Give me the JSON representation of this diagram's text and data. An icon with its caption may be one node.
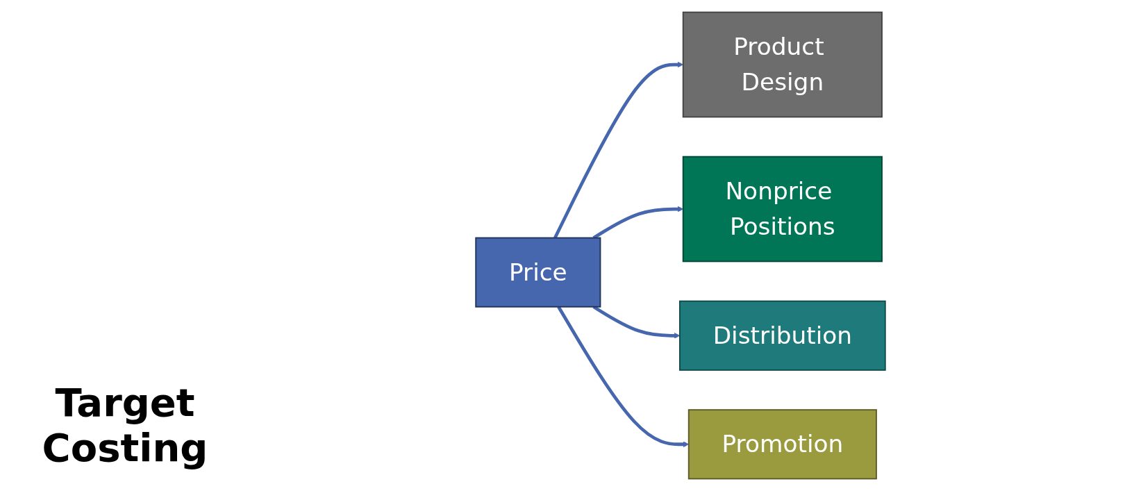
{
  "diagram": {
    "nodes": [
      {
        "text": [
          "Product Design"
        ]
      },
      {
        "text": [
          "Nonprice Positions"
        ]
      },
      {
        "text": [
          "Price"
        ]
      },
      {
        "text": [
          "Distribution"
        ]
      },
      {
        "text": [
          "Promotion"
        ]
      }
    ],
    "edges": [
      {
        "from": 2,
        "to": 0,
        "arrow": "to"
      },
      {
        "from": 2,
        "to": 1,
        "arrow": "to"
      },
      {
        "from": 2,
        "to": 3,
        "arrow": "to"
      },
      {
        "from": 2,
        "to": 4,
        "arrow": "to"
      }
    ],
    "labels": [
      "Target Costing"
    ]
  }
}
